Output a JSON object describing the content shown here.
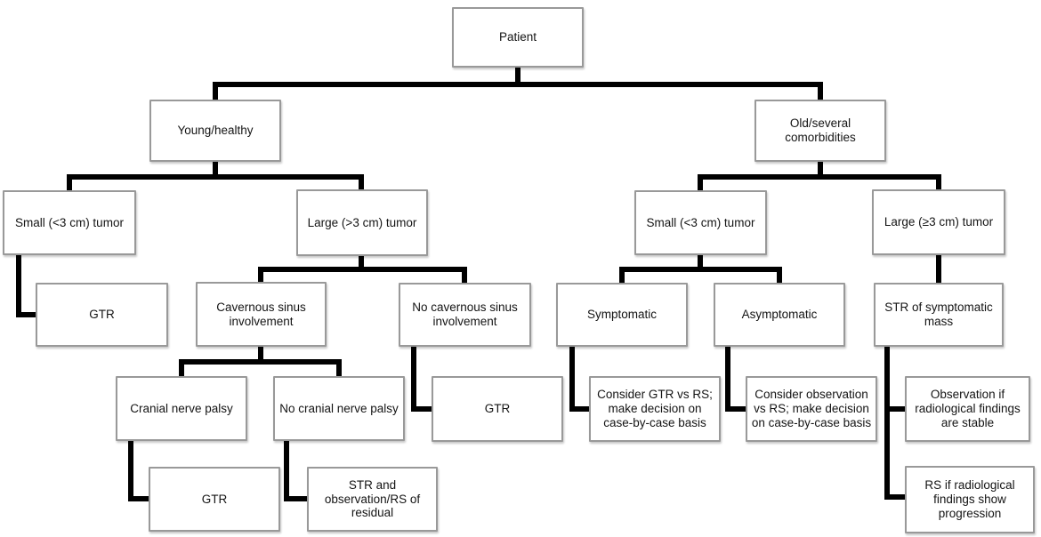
{
  "diagram": {
    "type": "flowchart-decision-tree",
    "nodes": {
      "patient": "Patient",
      "young_healthy": "Young/healthy",
      "old_comorbidities": "Old/several comorbidities",
      "small_tumor_young": "Small (<3 cm) tumor",
      "large_tumor_young": "Large (>3 cm) tumor",
      "small_tumor_old": "Small (<3 cm) tumor",
      "large_tumor_old": "Large (≥3 cm) tumor",
      "gtr_small_young": "GTR",
      "cavernous_involvement": "Cavernous sinus involvement",
      "no_cavernous_involvement": "No cavernous sinus involvement",
      "symptomatic": "Symptomatic",
      "asymptomatic": "Asymptomatic",
      "str_symptomatic_mass": "STR of symptomatic mass",
      "cranial_nerve_palsy": "Cranial nerve palsy",
      "no_cranial_nerve_palsy": "No cranial nerve palsy",
      "gtr_no_cavernous": "GTR",
      "consider_gtr_vs_rs": "Consider GTR vs RS; make decision on case-by-case basis",
      "consider_observation_vs_rs": "Consider observation vs RS; make decision on case-by-case basis",
      "observation_if_stable": "Observation if radiological findings are stable",
      "gtr_cranial_palsy": "GTR",
      "str_observation_residual": "STR and observation/RS of residual",
      "rs_if_progression": "RS if radiological findings show progression"
    },
    "edges": [
      {
        "from": "patient",
        "to": "young_healthy"
      },
      {
        "from": "patient",
        "to": "old_comorbidities"
      },
      {
        "from": "young_healthy",
        "to": "small_tumor_young"
      },
      {
        "from": "young_healthy",
        "to": "large_tumor_young"
      },
      {
        "from": "small_tumor_young",
        "to": "gtr_small_young"
      },
      {
        "from": "large_tumor_young",
        "to": "cavernous_involvement"
      },
      {
        "from": "large_tumor_young",
        "to": "no_cavernous_involvement"
      },
      {
        "from": "cavernous_involvement",
        "to": "cranial_nerve_palsy"
      },
      {
        "from": "cavernous_involvement",
        "to": "no_cranial_nerve_palsy"
      },
      {
        "from": "cranial_nerve_palsy",
        "to": "gtr_cranial_palsy"
      },
      {
        "from": "no_cranial_nerve_palsy",
        "to": "str_observation_residual"
      },
      {
        "from": "no_cavernous_involvement",
        "to": "gtr_no_cavernous"
      },
      {
        "from": "old_comorbidities",
        "to": "small_tumor_old"
      },
      {
        "from": "old_comorbidities",
        "to": "large_tumor_old"
      },
      {
        "from": "small_tumor_old",
        "to": "symptomatic"
      },
      {
        "from": "small_tumor_old",
        "to": "asymptomatic"
      },
      {
        "from": "symptomatic",
        "to": "consider_gtr_vs_rs"
      },
      {
        "from": "asymptomatic",
        "to": "consider_observation_vs_rs"
      },
      {
        "from": "large_tumor_old",
        "to": "str_symptomatic_mass"
      },
      {
        "from": "str_symptomatic_mass",
        "to": "observation_if_stable"
      },
      {
        "from": "str_symptomatic_mass",
        "to": "rs_if_progression"
      }
    ],
    "colors": {
      "connector": "#000000",
      "node_border": "#999999",
      "node_fill": "#ffffff",
      "text": "#141414",
      "background": "#ffffff"
    }
  }
}
